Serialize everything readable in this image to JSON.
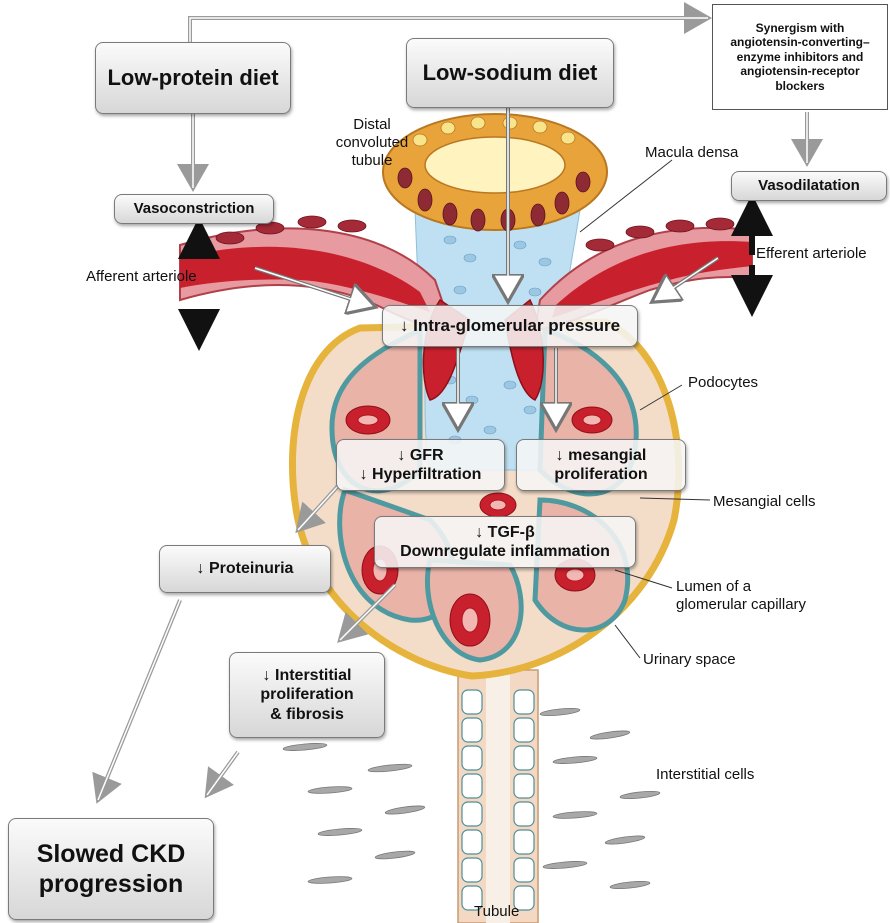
{
  "boxes": {
    "low_protein": "Low-protein diet",
    "low_sodium": "Low-sodium diet",
    "synergism": "Synergism with angiotensin-converting–enzyme inhibitors and angiotensin-receptor blockers",
    "vasoconstriction": "Vasoconstriction",
    "vasodilatation": "Vasodilatation",
    "intra_pressure": "↓ Intra-glomerular pressure",
    "gfr_line1": "↓ GFR",
    "gfr_line2": "↓ Hyperfiltration",
    "mesangial_line1": "↓ mesangial",
    "mesangial_line2": "proliferation",
    "tgf_line1": "↓ TGF-β",
    "tgf_line2": "Downregulate inflammation",
    "proteinuria": "↓ Proteinuria",
    "interstitial_line1": "↓ Interstitial",
    "interstitial_line2": "proliferation",
    "interstitial_line3": "& fibrosis",
    "slowed_line1": "Slowed CKD",
    "slowed_line2": "progression"
  },
  "labels": {
    "distal_line1": "Distal",
    "distal_line2": "convoluted",
    "distal_line3": "tubule",
    "macula_densa": "Macula densa",
    "afferent": "Afferent arteriole",
    "efferent": "Efferent arteriole",
    "podocytes": "Podocytes",
    "mesangial_cells": "Mesangial cells",
    "lumen_line1": "Lumen of a",
    "lumen_line2": "glomerular capillary",
    "urinary_space": "Urinary space",
    "interstitial_cells": "Interstitial cells",
    "tubule": "Tubule"
  },
  "colors": {
    "vessel_red": "#c8202c",
    "vessel_wall": "#e79a9f",
    "tubule_orange": "#e9a33b",
    "capsule_yellow": "#f2c04e",
    "interstitium_blue": "#bfe0f2",
    "capsule_fill": "#f4ddc8",
    "podocyte_teal": "#4f9aa0"
  }
}
